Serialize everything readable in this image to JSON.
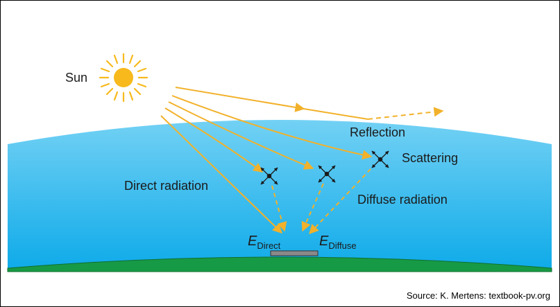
{
  "labels": {
    "sun": "Sun",
    "reflection": "Reflection",
    "scattering": "Scattering",
    "direct_radiation": "Direct radiation",
    "diffuse_radiation": "Diffuse radiation",
    "e_direct_main": "E",
    "e_direct_sub": "Direct",
    "e_diffuse_main": "E",
    "e_diffuse_sub": "Diffuse"
  },
  "source": "Source: K. Mertens: textbook-pv.org",
  "colors": {
    "sun": "#f7b91c",
    "ray": "#f2b12a",
    "sky_top": "#6fcff3",
    "sky_bottom": "#12aeea",
    "ground": "#179a45",
    "panel": "#8a8a8a",
    "scatter_marker": "#1a1a1a"
  },
  "icons": {
    "sun": "sun-icon",
    "scatter": "scatter-point-icon",
    "panel": "solar-panel-icon"
  }
}
